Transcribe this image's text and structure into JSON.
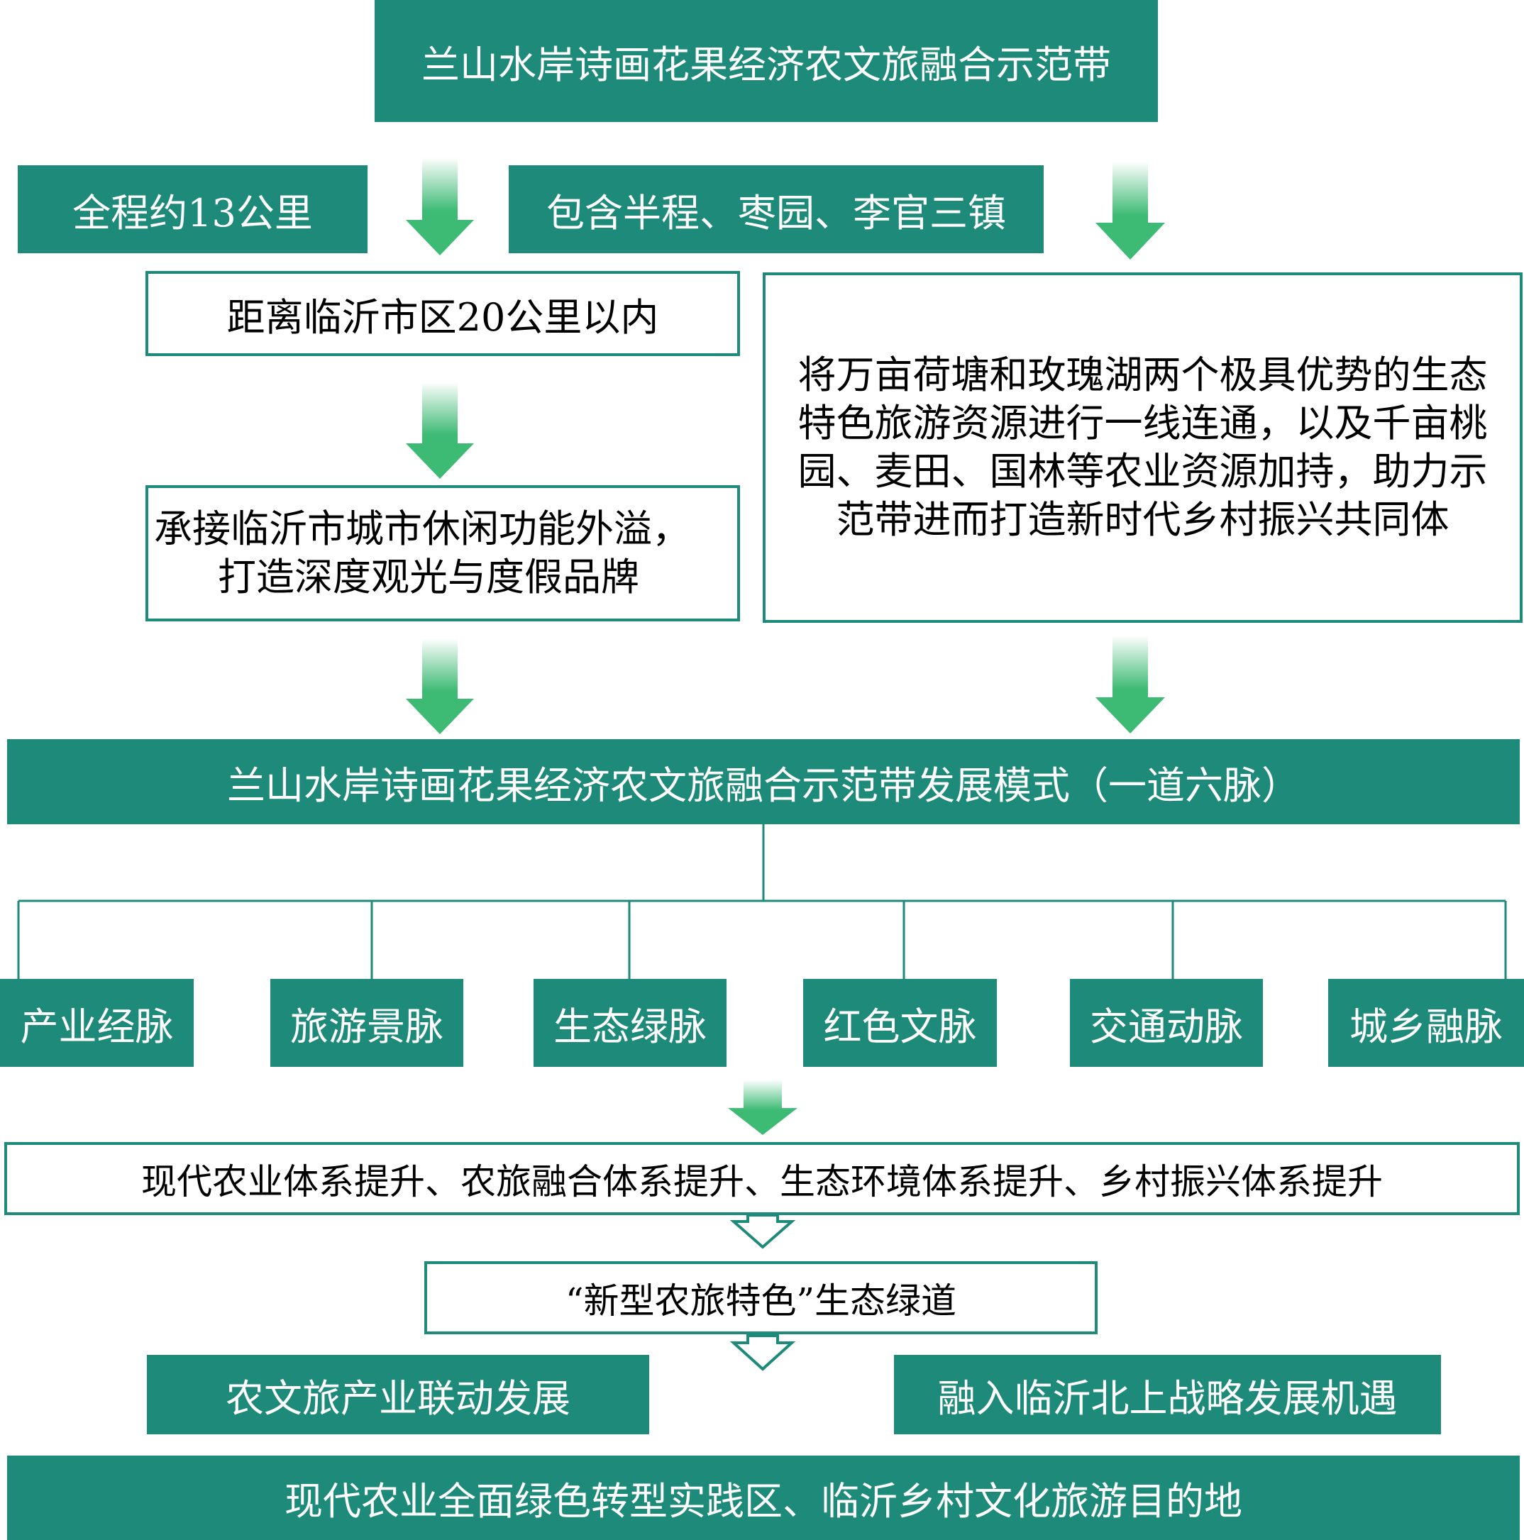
{
  "top_title": "兰山水岸诗画花果经济农文旅融合示范带",
  "row2": {
    "length": "全程约13公里",
    "towns": "包含半程、枣园、李官三镇"
  },
  "left": {
    "distance": "距离临沂市区20公里以内",
    "function_line1": "承接临沂市城市休闲功能外溢，",
    "function_line2": "打造深度观光与度假品牌"
  },
  "right": {
    "description": "将万亩荷塘和玫瑰湖两个极具优势的生态特色旅游资源进行一线连通，以及千亩桃园、麦田、国林等农业资源加持，助力示范带进而打造新时代乡村振兴共同体"
  },
  "model_title": "兰山水岸诗画花果经济农文旅融合示范带发展模式（一道六脉）",
  "six_veins": [
    {
      "label": "产业经脉"
    },
    {
      "label": "旅游景脉"
    },
    {
      "label": "生态绿脉"
    },
    {
      "label": "红色文脉"
    },
    {
      "label": "交通动脉"
    },
    {
      "label": "城乡融脉"
    }
  ],
  "systems": "现代农业体系提升、农旅融合体系提升、生态环境体系提升、乡村振兴体系提升",
  "greenway": "“新型农旅特色”生态绿道",
  "outcomes": {
    "left": "农文旅产业联动发展",
    "right": "融入临沂北上战略发展机遇"
  },
  "final": "现代农业全面绿色转型实践区、临沂乡村文化旅游目的地",
  "colors": {
    "teal": "#1e8a7a",
    "arrow_green": "#3dba74"
  }
}
